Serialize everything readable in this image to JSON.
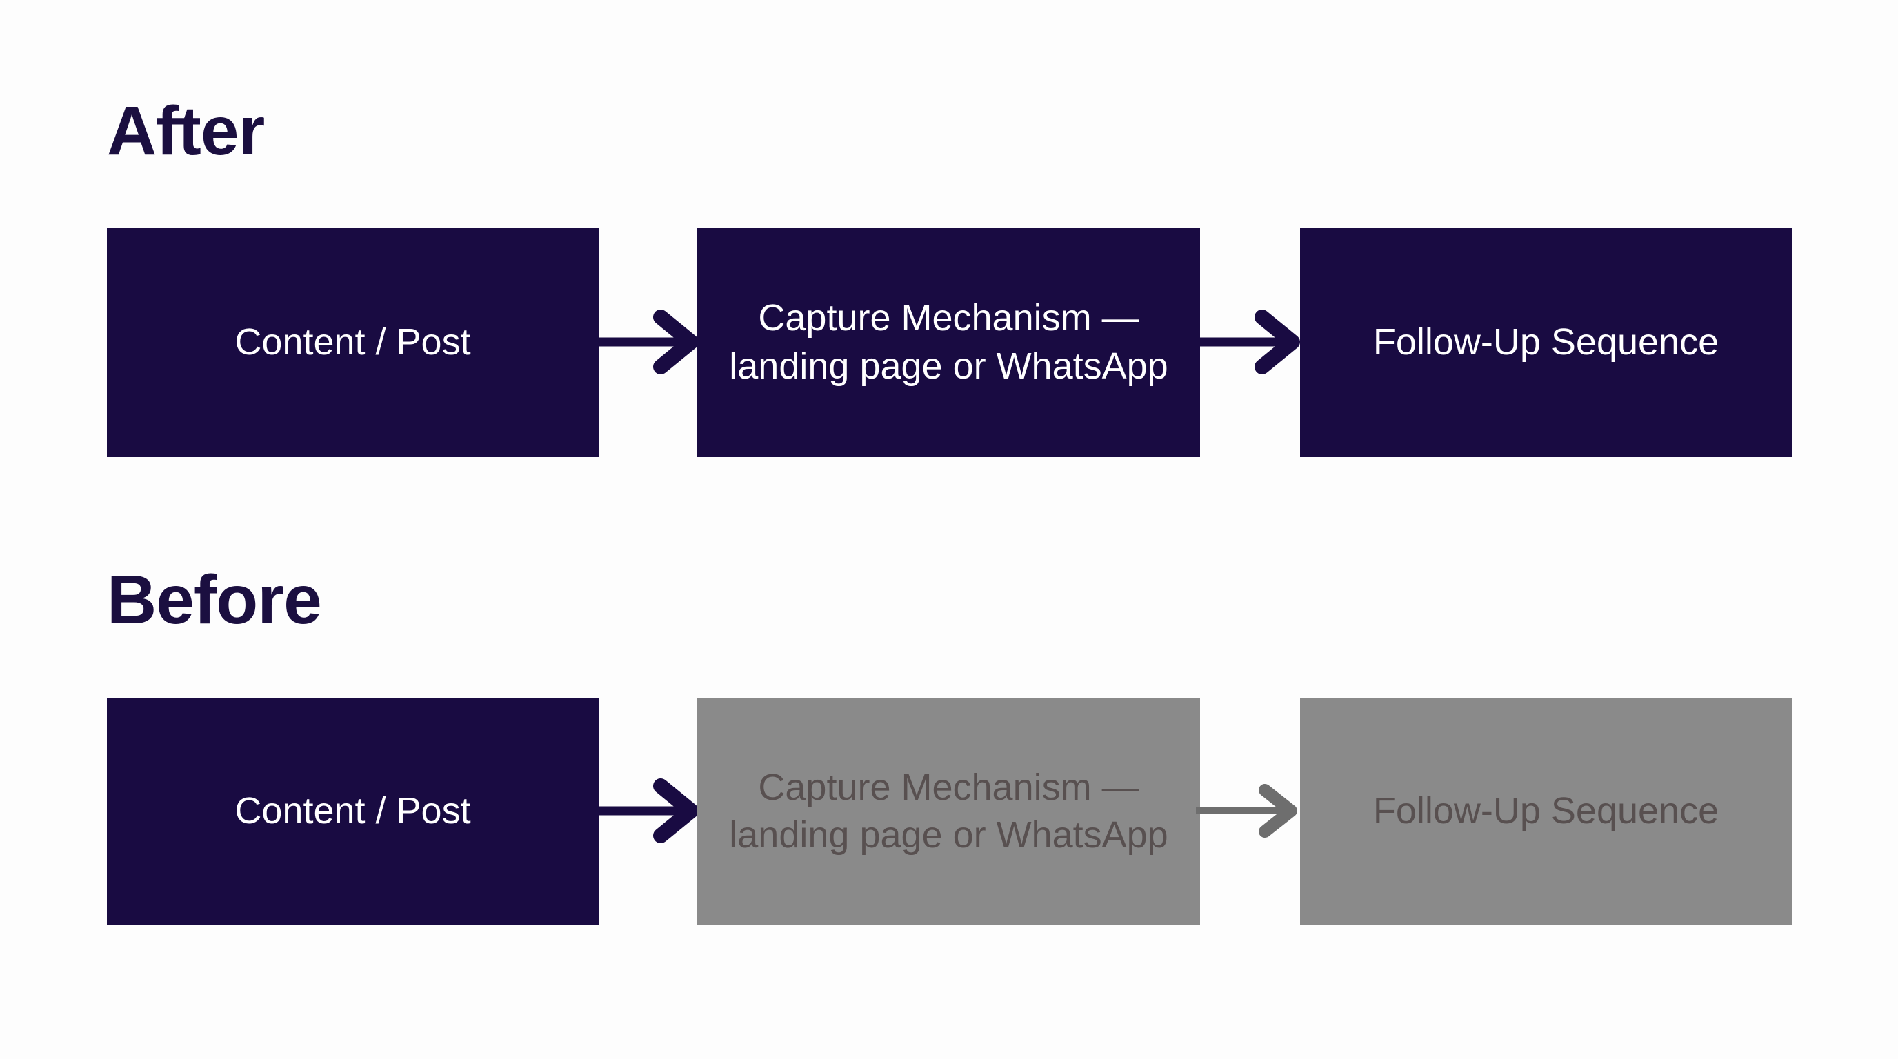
{
  "page": {
    "background_color": "#fdfdfd",
    "accent_navy": "#190b42",
    "heading_color": "#1b0f40",
    "muted_gray": "#8a8a8a",
    "muted_text": "#585050",
    "active_text": "#ffffff"
  },
  "sections": [
    {
      "id": "after",
      "heading": "After",
      "boxes": [
        {
          "label": "Content / Post",
          "state": "active"
        },
        {
          "label": "Capture Mechanism — landing page or WhatsApp",
          "state": "active"
        },
        {
          "label": "Follow-Up Sequence",
          "state": "active"
        }
      ],
      "arrows": [
        {
          "icon": "arrow-right-icon",
          "color": "#190b42"
        },
        {
          "icon": "arrow-right-icon",
          "color": "#190b42"
        }
      ]
    },
    {
      "id": "before",
      "heading": "Before",
      "boxes": [
        {
          "label": "Content / Post",
          "state": "active"
        },
        {
          "label": "Capture Mechanism — landing page or WhatsApp",
          "state": "muted"
        },
        {
          "label": "Follow-Up Sequence",
          "state": "muted"
        }
      ],
      "arrows": [
        {
          "icon": "arrow-right-icon",
          "color": "#190b42"
        },
        {
          "icon": "arrow-right-icon",
          "color": "#6e6e6e"
        }
      ]
    }
  ]
}
